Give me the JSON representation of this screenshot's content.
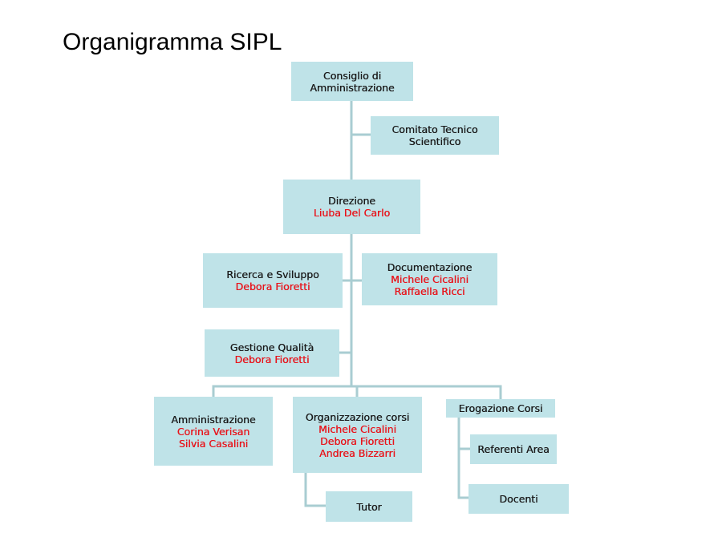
{
  "page_title": "Organigramma SIPL",
  "colors": {
    "box_fill": "#bfe3e8",
    "connector": "#a9cdd2",
    "person_text": "#e8141b",
    "label_text": "#1a1a1a"
  },
  "boxes": {
    "consiglio": {
      "label": "Consiglio di Amministrazione"
    },
    "comitato": {
      "label": "Comitato Tecnico Scientifico"
    },
    "direzione": {
      "label": "Direzione",
      "people": [
        "Liuba Del Carlo"
      ]
    },
    "ricerca": {
      "label": "Ricerca e Sviluppo",
      "people": [
        "Debora Fioretti"
      ]
    },
    "documentazione": {
      "label": "Documentazione",
      "people": [
        "Michele Cicalini",
        "Raffaella Ricci"
      ]
    },
    "qualita": {
      "label": "Gestione Qualità",
      "people": [
        "Debora Fioretti"
      ]
    },
    "amministrazione": {
      "label": "Amministrazione",
      "people": [
        "Corina Verisan",
        "Silvia Casalini"
      ]
    },
    "organizzazione": {
      "label": "Organizzazione corsi",
      "people": [
        "Michele Cicalini",
        "Debora Fioretti",
        "Andrea Bizzarri"
      ]
    },
    "erogazione": {
      "label": "Erogazione Corsi"
    },
    "tutor": {
      "label": "Tutor"
    },
    "referenti": {
      "label": "Referenti Area"
    },
    "docenti": {
      "label": "Docenti"
    }
  }
}
